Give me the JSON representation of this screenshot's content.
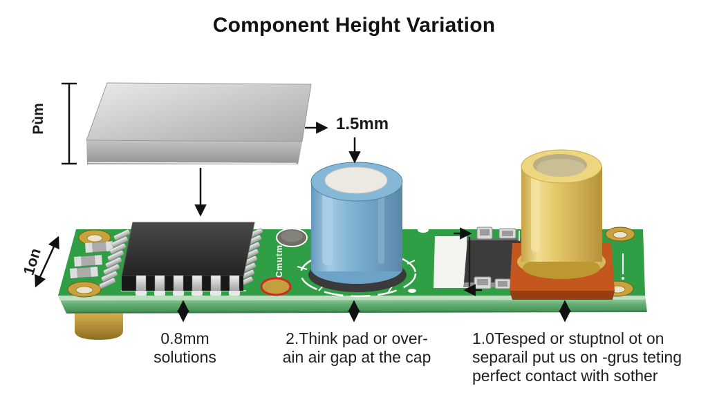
{
  "title": "Component Height Variation",
  "annotations": {
    "plate_height": "Pùm",
    "board_height": "1on",
    "air_gap": "1.5mm",
    "silkscreen": "Cmutm"
  },
  "captions": {
    "ic": [
      "0.8mm",
      "solutions"
    ],
    "capacitor": [
      "2.Think pad or over-",
      "ain air gap at the cap"
    ],
    "right": [
      "1.0Tesped or stuptnol ot on",
      "separail put us on -grus teting",
      "perfect contact with sother"
    ]
  },
  "colors": {
    "background": "#ffffff",
    "title_text": "#121212",
    "annotation_text": "#1a1a1a",
    "caption_text": "#1f1f1f",
    "annotation_ink": "#111111",
    "pcb_top": "#2f9e45",
    "pcb_edge_light": "#bfe2c4",
    "ic_body": "#333333",
    "pin_silver": "#d6d6d6",
    "capacitor_blue": "#7fb2d3",
    "capacitor_yellow": "#e7ca67",
    "pad_orange": "#c3571d",
    "metal_plate": "#c9c9c9",
    "gold": "#c8a23c",
    "silkscreen_white": "#ffffff",
    "pad_ring_red": "#cd2b1e"
  }
}
